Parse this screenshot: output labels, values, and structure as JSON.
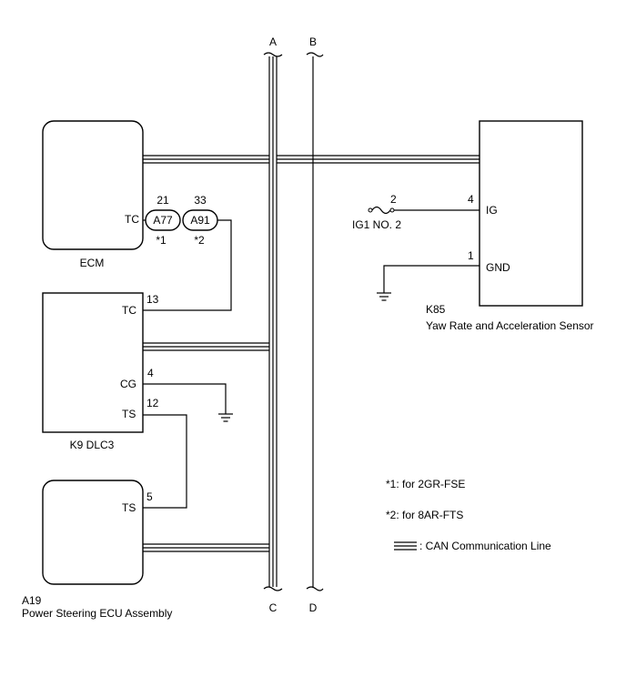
{
  "buses": {
    "a_top": "A",
    "b_top": "B",
    "c_bottom": "C",
    "d_bottom": "D"
  },
  "ecm": {
    "name": "ECM",
    "pin_tc": "TC",
    "connector1": {
      "label": "A77",
      "pin": "21",
      "note": "*1"
    },
    "connector2": {
      "label": "A91",
      "pin": "33",
      "note": "*2"
    }
  },
  "dlc3": {
    "name": "K9  DLC3",
    "pin_tc": "TC",
    "pin_tc_num": "13",
    "pin_cg": "CG",
    "pin_cg_num": "4",
    "pin_ts": "TS",
    "pin_ts_num": "12"
  },
  "ps_ecu": {
    "code": "A19",
    "name": "Power Steering ECU Assembly",
    "pin_ts": "TS",
    "pin_ts_num": "5"
  },
  "sensor": {
    "code": "K85",
    "name": "Yaw Rate and Acceleration Sensor",
    "pin_ig": "IG",
    "pin_ig_num": "4",
    "pin_gnd": "GND",
    "pin_gnd_num": "1"
  },
  "fuse": {
    "label": "IG1 NO. 2",
    "pin": "2"
  },
  "legend": {
    "note1": "*1: for 2GR-FSE",
    "note2": "*2: for 8AR-FTS",
    "can_line": ": CAN Communication Line"
  }
}
